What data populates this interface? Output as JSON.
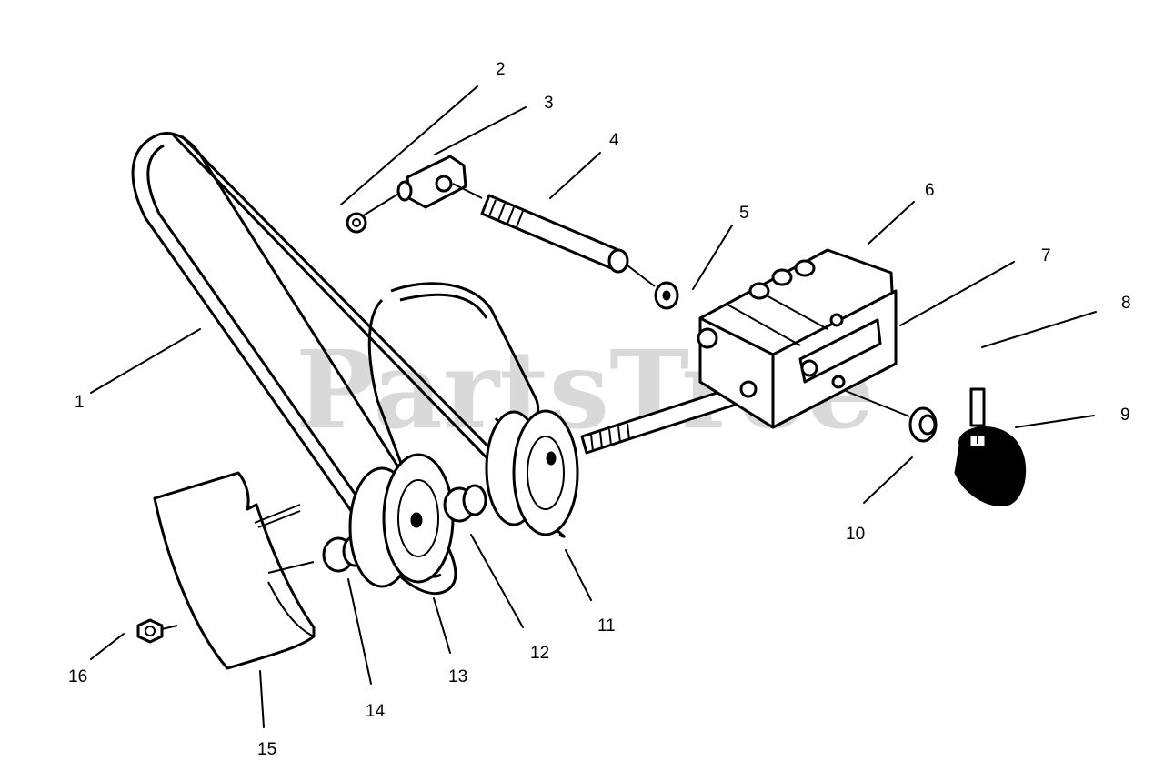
{
  "watermark": "PartsTree",
  "callouts": {
    "c1": "1",
    "c2": "2",
    "c3": "3",
    "c4": "4",
    "c5": "5",
    "c6": "6",
    "c7": "7",
    "c8": "8",
    "c9": "9",
    "c10": "10",
    "c11": "11",
    "c12": "12",
    "c13": "13",
    "c14": "14",
    "c15": "15",
    "c16": "16"
  }
}
